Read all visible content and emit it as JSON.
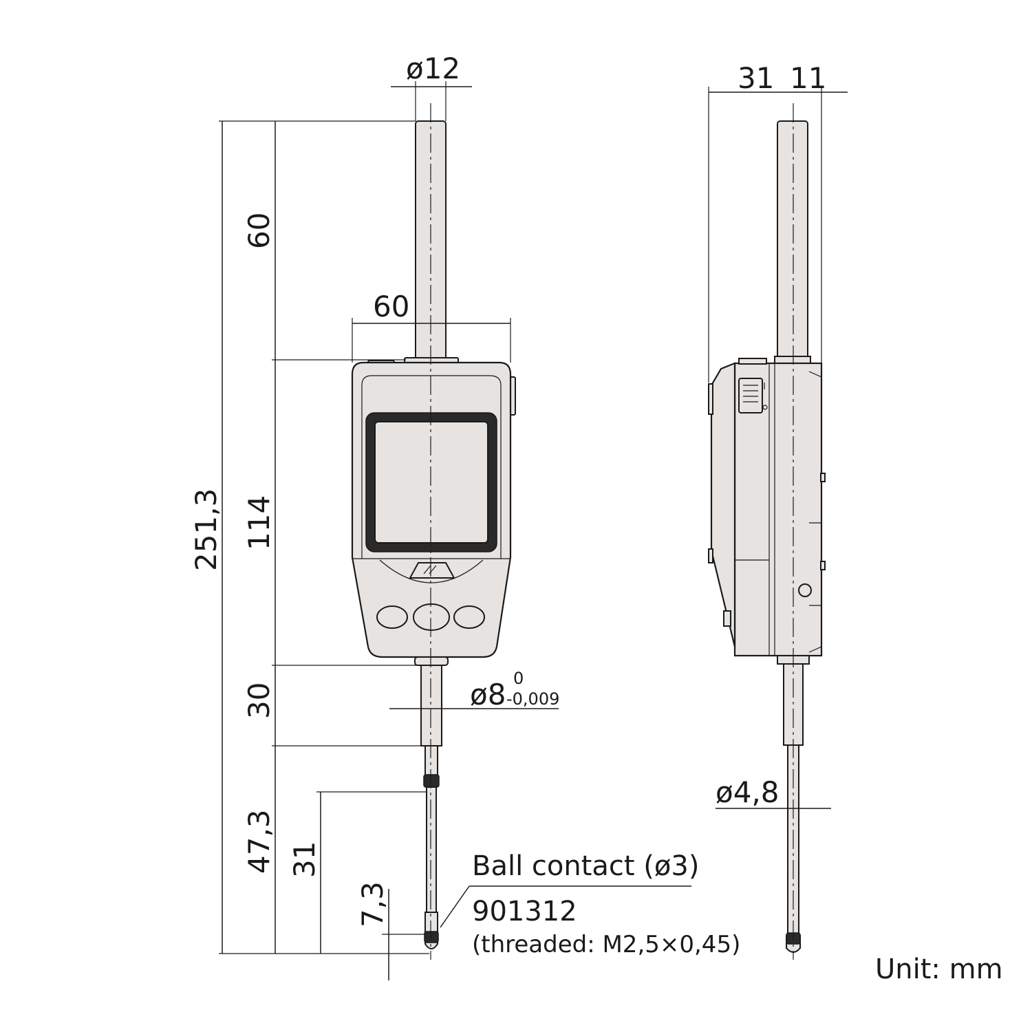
{
  "dimensions": {
    "stem_top_diameter": "ø12",
    "overall_length": "251,3",
    "top_stem_length": "60",
    "body_width": "60",
    "body_height": "114",
    "lower_stem_length": "30",
    "spindle_diameter": "ø8",
    "spindle_tol_upper": "0",
    "spindle_tol_lower": "-0,009",
    "lower_section_length": "47,3",
    "contact_section_length": "31",
    "contact_tip_length": "7,3",
    "side_depth": "31",
    "side_offset": "11",
    "side_contact_diameter": "ø4,8"
  },
  "notes": {
    "ball_contact": "Ball contact (ø3)",
    "part_number": "901312",
    "thread_spec": "(threaded: M2,5×0,45)"
  },
  "unit_label": "Unit: mm",
  "colors": {
    "line": "#1a1a1a",
    "fill": "#e6e3e1",
    "background": "#ffffff"
  }
}
